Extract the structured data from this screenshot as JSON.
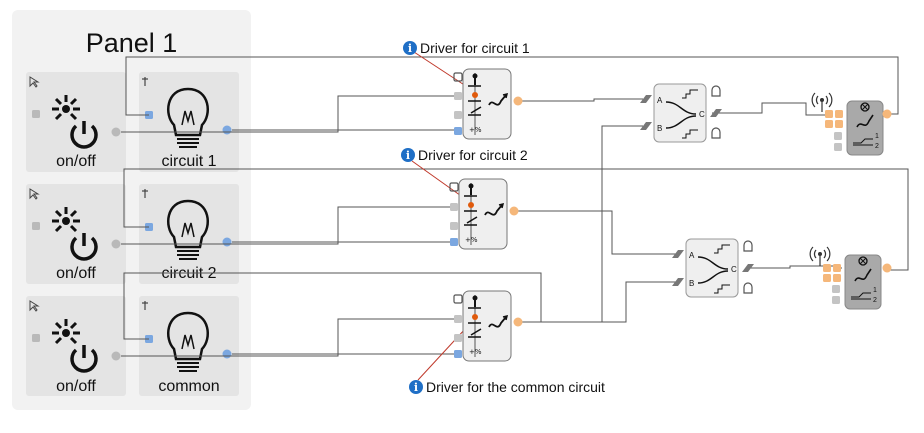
{
  "panel": {
    "title": "Panel 1"
  },
  "rows": [
    {
      "switch_label": "on/off",
      "light_label": "circuit 1"
    },
    {
      "switch_label": "on/off",
      "light_label": "circuit 2"
    },
    {
      "switch_label": "on/off",
      "light_label": "common"
    }
  ],
  "callouts": [
    {
      "icon": "info-icon",
      "text": "Driver for circuit 1"
    },
    {
      "icon": "info-icon",
      "text": "Driver for circuit 2"
    },
    {
      "icon": "info-icon",
      "text": "Driver for the common circuit"
    }
  ],
  "selectors": [
    {
      "input_a": "A",
      "input_b": "B",
      "output": "C"
    },
    {
      "input_a": "A",
      "input_b": "B",
      "output": "C"
    }
  ],
  "outputs": [
    {
      "level_1": "1",
      "level_2": "2"
    },
    {
      "level_1": "1",
      "level_2": "2"
    }
  ],
  "colors": {
    "port_blue": "#7ba7e0",
    "port_orange": "#f5b77a",
    "port_gray": "#b9b9b9",
    "wire": "#555555",
    "callout_line": "#c0392b"
  }
}
